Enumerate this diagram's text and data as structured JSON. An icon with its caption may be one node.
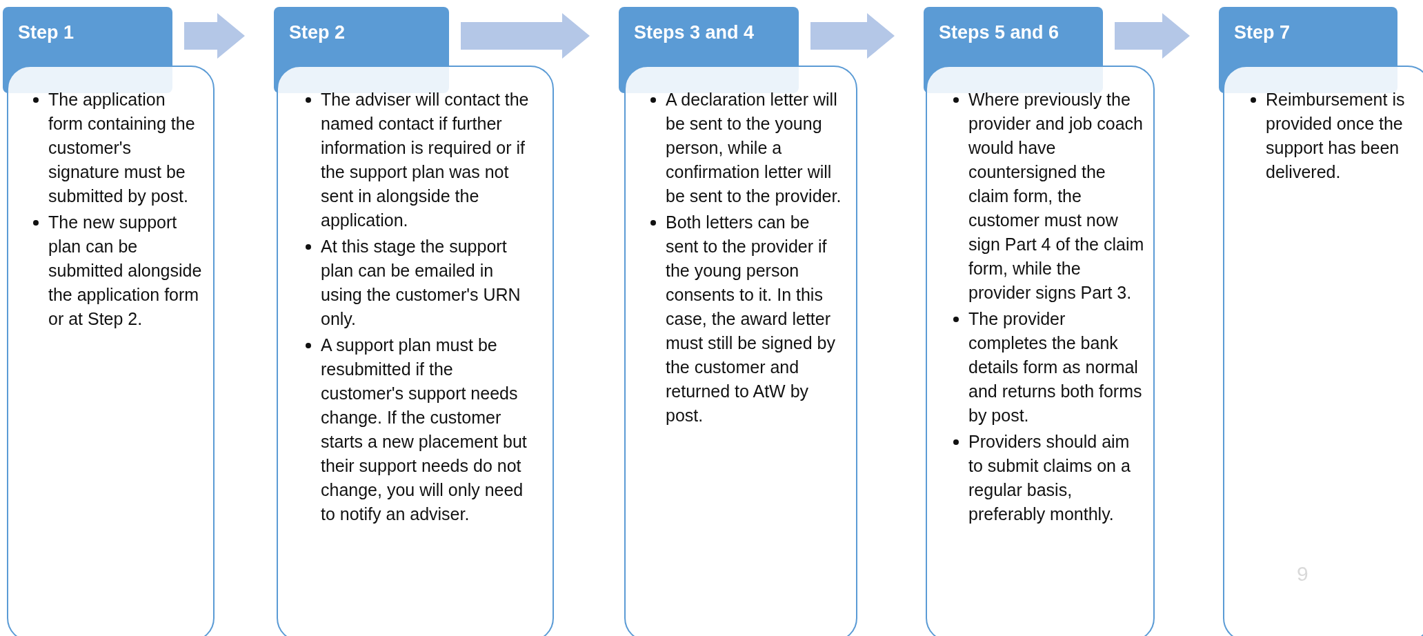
{
  "diagram": {
    "nodes": [
      {
        "text": [
          "Step 1"
        ]
      },
      {
        "text": [
          "The application form containing the customer's signature must be submitted by post.",
          "The new support plan can be submitted alongside the application form or at Step 2."
        ]
      },
      {
        "text": [
          "Step 2"
        ]
      },
      {
        "text": [
          "The adviser will contact the named contact if further information is required or if the support plan was not sent in alongside the application.",
          "At this stage the support plan can be emailed in using the customer's URN only.",
          "A support plan must be resubmitted if the customer's support needs change. If the customer starts a new placement but their support needs do not change, you will only need to notify an adviser."
        ]
      },
      {
        "text": [
          "Steps 3 and 4"
        ]
      },
      {
        "text": [
          "A declaration letter will be sent to the young person, while a confirmation letter will be sent to the provider.",
          "Both letters can be sent to the provider if the young person consents to it. In this case, the award letter must still be signed by the customer and returned to AtW by post."
        ]
      },
      {
        "text": [
          "Steps 5 and 6"
        ]
      },
      {
        "text": [
          "Where previously the provider and job coach would have countersigned the claim form, the customer must now sign Part 4 of the claim form, while the provider signs Part 3.",
          "The provider completes the bank details form as normal and returns both forms by post.",
          "Providers should aim to submit claims on a regular basis, preferably monthly."
        ]
      },
      {
        "text": [
          "Step 7"
        ]
      },
      {
        "text": [
          "Reimbursement is provided once the support has been delivered."
        ]
      }
    ],
    "edges": [
      {
        "from": 0,
        "to": 2,
        "arrow": "to"
      },
      {
        "from": 2,
        "to": 4,
        "arrow": "to"
      },
      {
        "from": 4,
        "to": 6,
        "arrow": "to"
      },
      {
        "from": 6,
        "to": 8,
        "arrow": "to"
      }
    ],
    "labels": [
      "9"
    ]
  }
}
